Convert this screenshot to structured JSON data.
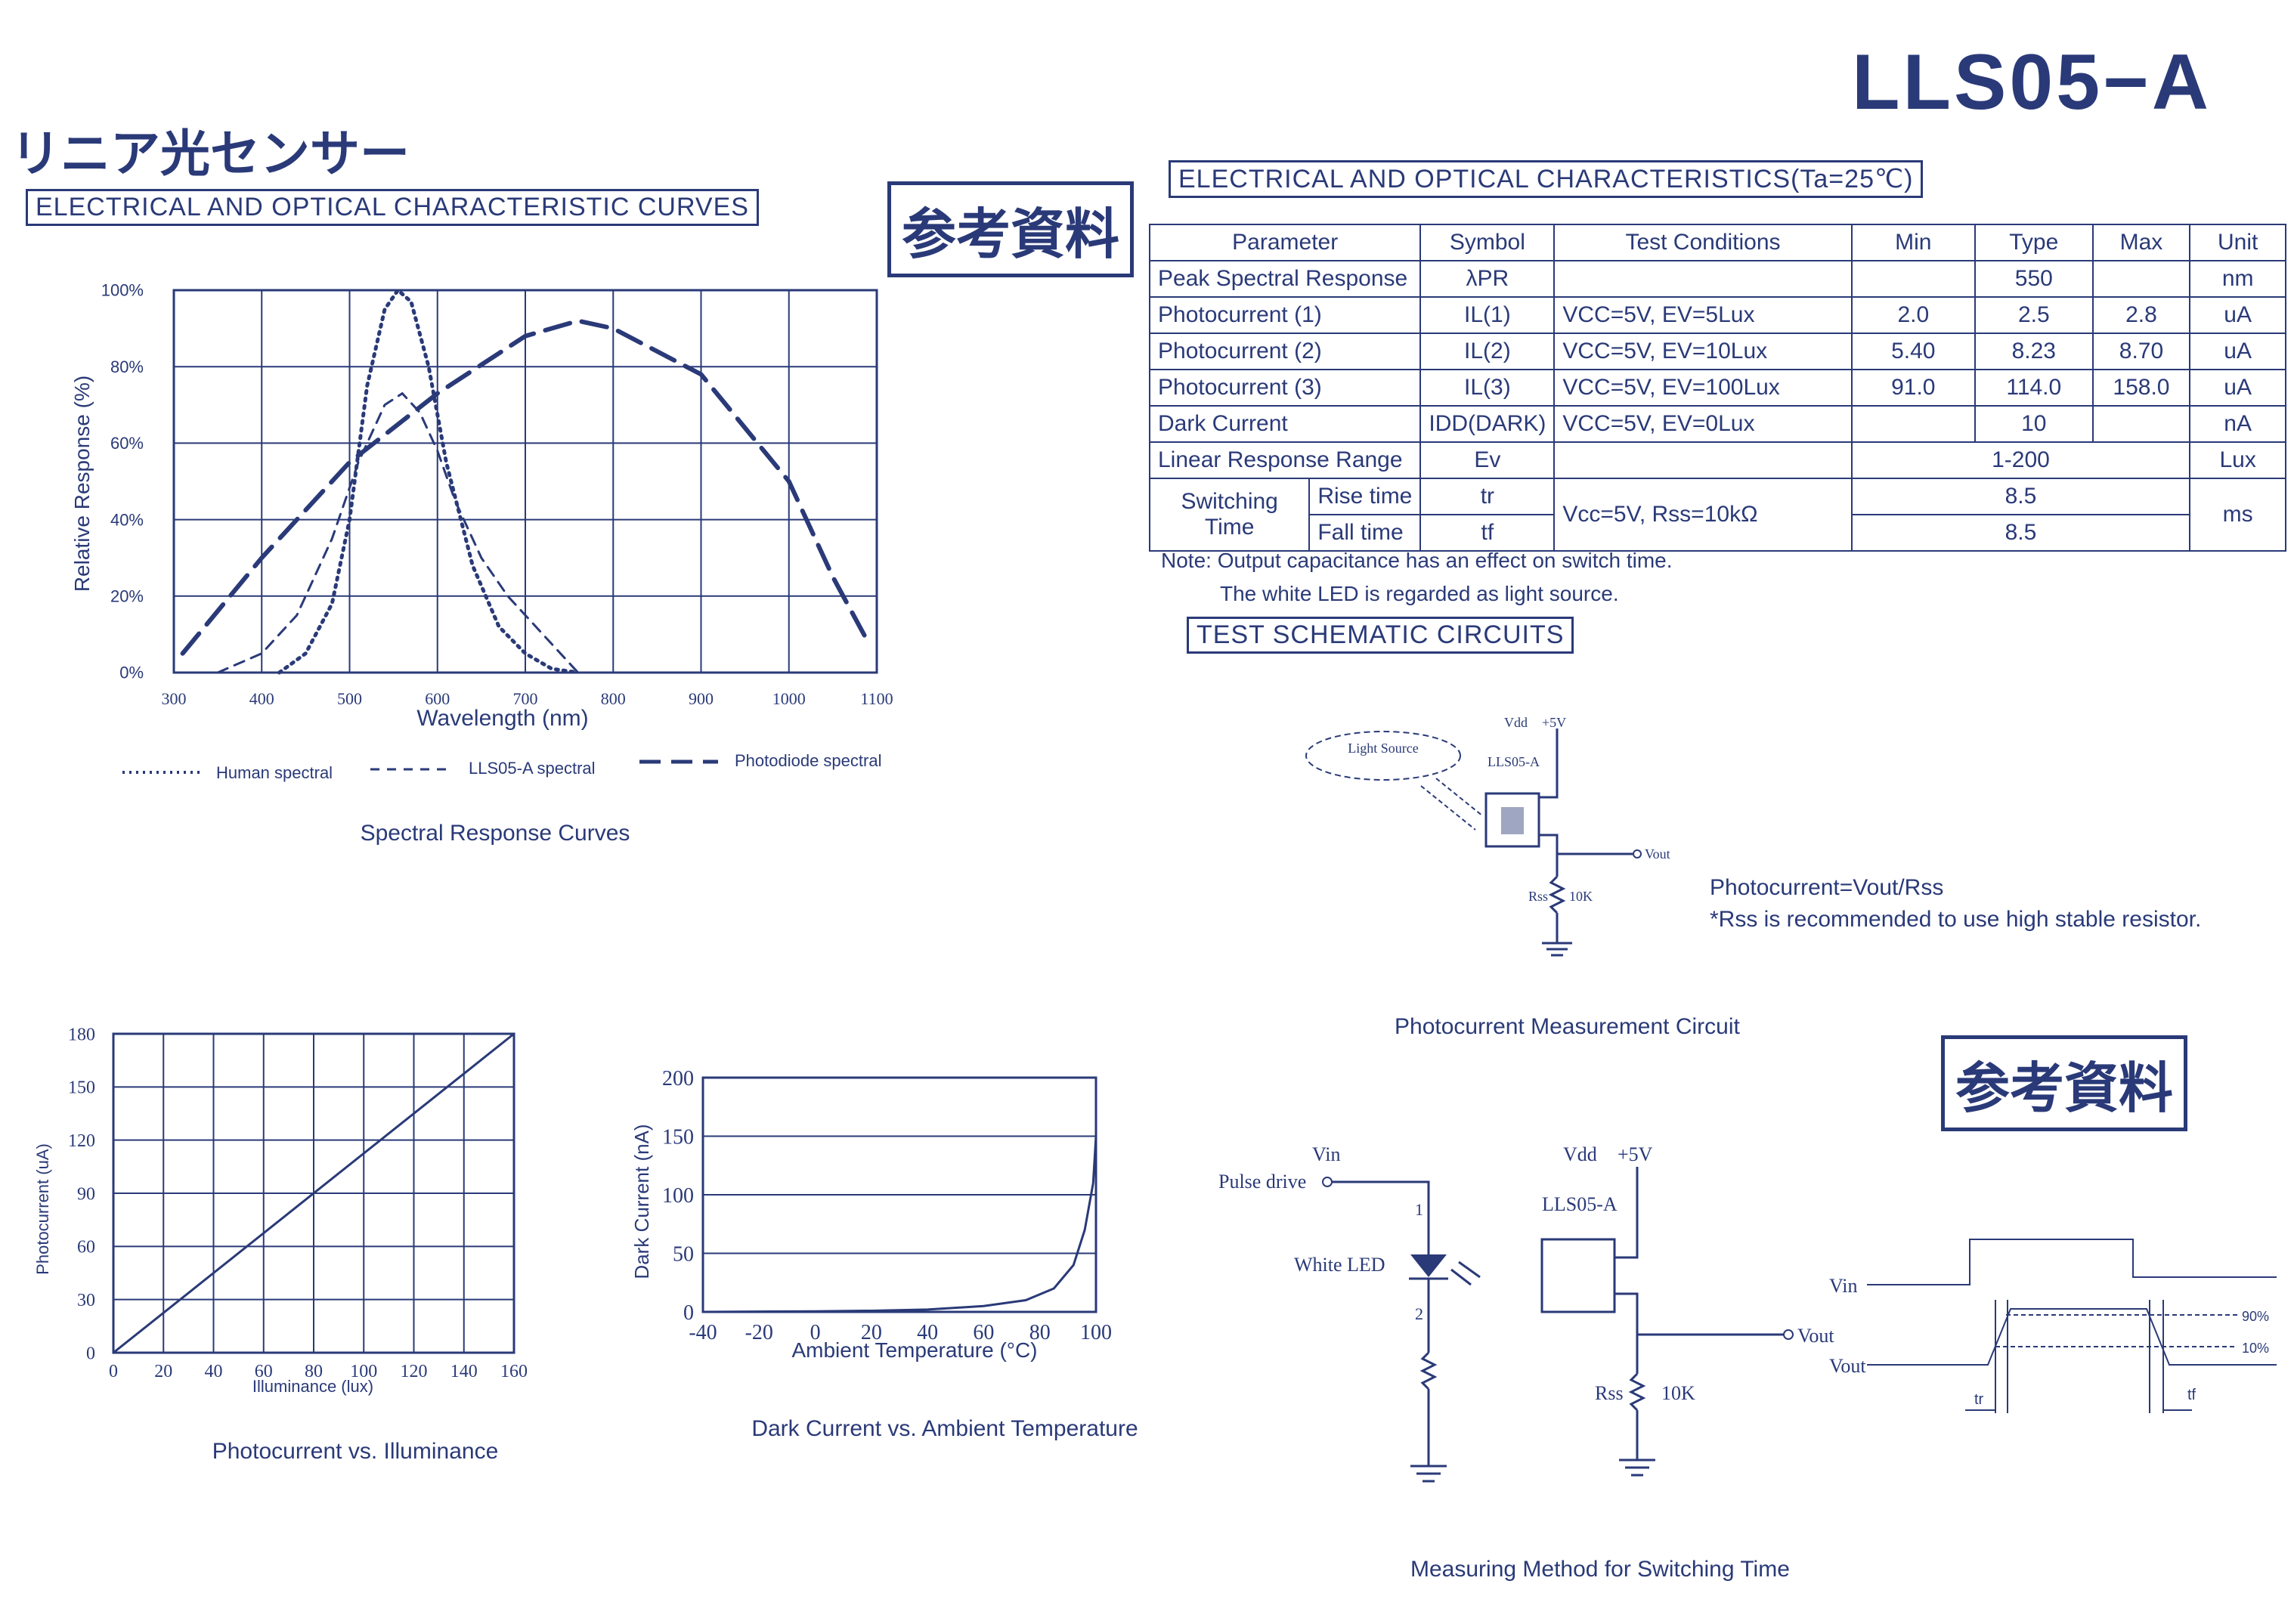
{
  "header": {
    "part_number": "LLS05−A",
    "jp_title": "リニア光センサー",
    "section_curves": "ELECTRICAL  AND  OPTICAL  CHARACTERISTIC  CURVES",
    "section_table": "ELECTRICAL  AND  OPTICAL  CHARACTERISTICS(Ta=25℃)",
    "section_test": "TEST  SCHEMATIC  CIRCUITS",
    "stamp": "参考資料"
  },
  "table": {
    "headers": [
      "Parameter",
      "Symbol",
      "Test Conditions",
      "Min",
      "Type",
      "Max",
      "Unit"
    ],
    "rows": [
      {
        "param": "Peak Spectral Response",
        "symbol": "λPR",
        "cond": "",
        "min": "",
        "typ": "550",
        "max": "",
        "unit": "nm"
      },
      {
        "param": "Photocurrent (1)",
        "symbol": "IL(1)",
        "cond": "VCC=5V, EV=5Lux",
        "min": "2.0",
        "typ": "2.5",
        "max": "2.8",
        "unit": "uA"
      },
      {
        "param": "Photocurrent (2)",
        "symbol": "IL(2)",
        "cond": "VCC=5V, EV=10Lux",
        "min": "5.40",
        "typ": "8.23",
        "max": "8.70",
        "unit": "uA"
      },
      {
        "param": "Photocurrent (3)",
        "symbol": "IL(3)",
        "cond": "VCC=5V, EV=100Lux",
        "min": "91.0",
        "typ": "114.0",
        "max": "158.0",
        "unit": "uA"
      },
      {
        "param": "Dark Current",
        "symbol": "IDD(DARK)",
        "cond": "VCC=5V, EV=0Lux",
        "min": "",
        "typ": "10",
        "max": "",
        "unit": "nA"
      },
      {
        "param": "Linear Response Range",
        "symbol": "Ev",
        "cond": "",
        "range": "1-200",
        "unit": "Lux"
      }
    ],
    "switching": {
      "label1": "Switching",
      "label2": "Time",
      "rise": "Rise time",
      "fall": "Fall time",
      "sym_rise": "tr",
      "sym_fall": "tf",
      "cond": "Vcc=5V, Rss=10kΩ",
      "rise_val": "8.5",
      "fall_val": "8.5",
      "unit": "ms"
    },
    "note1": "Note: Output capacitance has an effect on switch time.",
    "note2": "The white LED is regarded as light source."
  },
  "circuits": {
    "meas_title": "Photocurrent Measurement Circuit",
    "formula": "Photocurrent=Vout/Rss",
    "recommend": "*Rss is recommended to use high stable resistor.",
    "light_source": "Light Source",
    "vdd": "Vdd",
    "v5": "+5V",
    "part": "LLS05-A",
    "vout": "Vout",
    "rss": "Rss",
    "r10k": "10K",
    "switch_title": "Measuring Method for Switching Time",
    "vin": "Vin",
    "pulse": "Pulse drive",
    "white_led": "White LED",
    "pin1": "1",
    "pin2": "2",
    "p90": "90%",
    "p10": "10%",
    "tr": "tr",
    "tf": "tf"
  },
  "chart_data": [
    {
      "type": "line",
      "title": "Spectral Response Curves",
      "xlabel": "Wavelength (nm)",
      "ylabel": "Relative   Response (%)",
      "xlim": [
        300,
        1100
      ],
      "ylim": [
        0,
        100
      ],
      "xticks": [
        "300",
        "400",
        "500",
        "600",
        "700",
        "800",
        "900",
        "1000",
        "1100"
      ],
      "yticks": [
        "0%",
        "20%",
        "40%",
        "60%",
        "80%",
        "100%"
      ],
      "legend_position": "bottom",
      "series": [
        {
          "name": "Human spectral",
          "style": "dotted",
          "x": [
            420,
            450,
            480,
            500,
            520,
            540,
            555,
            570,
            590,
            610,
            640,
            670,
            700,
            730,
            760
          ],
          "y": [
            0,
            5,
            18,
            40,
            75,
            95,
            100,
            97,
            80,
            55,
            28,
            12,
            5,
            1,
            0
          ]
        },
        {
          "name": "LLS05-A spectral",
          "style": "dashed",
          "x": [
            350,
            400,
            440,
            480,
            510,
            540,
            560,
            580,
            600,
            620,
            650,
            680,
            720,
            760
          ],
          "y": [
            0,
            5,
            15,
            35,
            55,
            70,
            73,
            68,
            58,
            45,
            30,
            20,
            10,
            0
          ]
        },
        {
          "name": "Photodiode spectral",
          "style": "long-dash",
          "x": [
            310,
            400,
            500,
            600,
            700,
            760,
            800,
            900,
            1000,
            1050,
            1090
          ],
          "y": [
            5,
            30,
            55,
            73,
            88,
            92,
            90,
            78,
            50,
            25,
            8
          ]
        }
      ]
    },
    {
      "type": "line",
      "title": "Photocurrent vs. Illuminance",
      "xlabel": "Illuminance (lux)",
      "ylabel": "Photocurrent (uA)",
      "xlim": [
        0,
        160
      ],
      "ylim": [
        0,
        180
      ],
      "xticks": [
        "0",
        "20",
        "40",
        "60",
        "80",
        "100",
        "120",
        "140",
        "160"
      ],
      "yticks": [
        "0",
        "30",
        "60",
        "90",
        "120",
        "150",
        "180"
      ],
      "x": [
        0,
        160
      ],
      "y": [
        0,
        180
      ]
    },
    {
      "type": "line",
      "title": "Dark Current vs. Ambient Temperature",
      "xlabel": "Ambient Temperature (°C)",
      "ylabel": "Dark Current (nA)",
      "xlim": [
        -40,
        100
      ],
      "ylim": [
        0,
        200
      ],
      "xticks": [
        "-40",
        "-20",
        "0",
        "20",
        "40",
        "60",
        "80",
        "100"
      ],
      "yticks": [
        "0",
        "50",
        "100",
        "150",
        "200"
      ],
      "x": [
        -40,
        0,
        20,
        40,
        60,
        75,
        85,
        92,
        96,
        99,
        100
      ],
      "y": [
        0,
        0.5,
        1,
        2,
        5,
        10,
        20,
        40,
        70,
        110,
        150
      ]
    }
  ]
}
